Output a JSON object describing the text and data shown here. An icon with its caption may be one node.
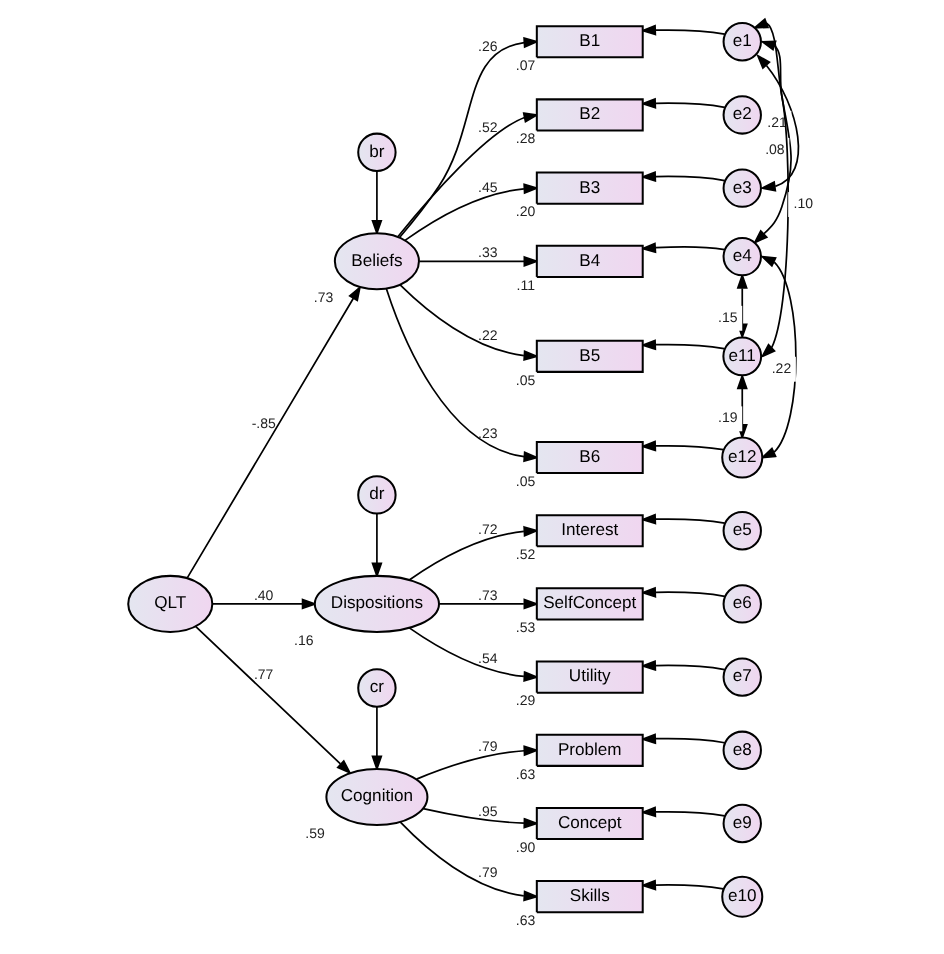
{
  "diagram": {
    "nodes": [
      {
        "text": [
          "br"
        ]
      },
      {
        "text": [
          "Beliefs"
        ],
        "beside": [
          ".73"
        ]
      },
      {
        "text": [
          "B1"
        ],
        "beside": [
          ".07"
        ]
      },
      {
        "text": [
          "B2"
        ],
        "beside": [
          ".28"
        ]
      },
      {
        "text": [
          "B3"
        ],
        "beside": [
          ".20"
        ]
      },
      {
        "text": [
          "B4"
        ],
        "beside": [
          ".11"
        ]
      },
      {
        "text": [
          "B5"
        ],
        "beside": [
          ".05"
        ]
      },
      {
        "text": [
          "B6"
        ],
        "beside": [
          ".05"
        ]
      },
      {
        "text": [
          "e1"
        ]
      },
      {
        "text": [
          "e2"
        ]
      },
      {
        "text": [
          "e3"
        ]
      },
      {
        "text": [
          "e4"
        ]
      },
      {
        "text": [
          "e11"
        ]
      },
      {
        "text": [
          "e12"
        ]
      },
      {
        "text": [
          "QLT"
        ]
      },
      {
        "text": [
          "dr"
        ]
      },
      {
        "text": [
          "Dispositions"
        ],
        "beside": [
          ".16"
        ]
      },
      {
        "text": [
          "Interest"
        ],
        "beside": [
          ".52"
        ]
      },
      {
        "text": [
          "SelfConcept"
        ],
        "beside": [
          ".53"
        ]
      },
      {
        "text": [
          "Utility"
        ],
        "beside": [
          ".29"
        ]
      },
      {
        "text": [
          "e5"
        ]
      },
      {
        "text": [
          "e6"
        ]
      },
      {
        "text": [
          "e7"
        ]
      },
      {
        "text": [
          "cr"
        ]
      },
      {
        "text": [
          "Cognition"
        ],
        "beside": [
          ".59"
        ]
      },
      {
        "text": [
          "Problem"
        ],
        "beside": [
          ".63"
        ]
      },
      {
        "text": [
          "Concept"
        ],
        "beside": [
          ".90"
        ]
      },
      {
        "text": [
          "Skills"
        ],
        "beside": [
          ".63"
        ]
      },
      {
        "text": [
          "e8"
        ]
      },
      {
        "text": [
          "e9"
        ]
      },
      {
        "text": [
          "e10"
        ]
      }
    ],
    "edges": [
      {
        "from": 0,
        "to": 1,
        "arrow": "to"
      },
      {
        "from": 1,
        "to": 2,
        "arrow": "to",
        "label": ".26"
      },
      {
        "from": 1,
        "to": 3,
        "arrow": "to",
        "label": ".52"
      },
      {
        "from": 1,
        "to": 4,
        "arrow": "to",
        "label": ".45"
      },
      {
        "from": 1,
        "to": 5,
        "arrow": "to",
        "label": ".33"
      },
      {
        "from": 1,
        "to": 6,
        "arrow": "to",
        "label": ".22"
      },
      {
        "from": 1,
        "to": 7,
        "arrow": "to",
        "label": ".23"
      },
      {
        "from": 8,
        "to": 2,
        "arrow": "to"
      },
      {
        "from": 9,
        "to": 3,
        "arrow": "to"
      },
      {
        "from": 10,
        "to": 4,
        "arrow": "to"
      },
      {
        "from": 11,
        "to": 5,
        "arrow": "to"
      },
      {
        "from": 12,
        "to": 6,
        "arrow": "to"
      },
      {
        "from": 13,
        "to": 7,
        "arrow": "to"
      },
      {
        "from": 8,
        "to": 12,
        "arrow": "both",
        "label": ".10"
      },
      {
        "from": 11,
        "to": 13,
        "arrow": "both",
        "label": ".22"
      },
      {
        "from": 8,
        "to": 11,
        "arrow": "both",
        "label": ".08"
      },
      {
        "from": 8,
        "to": 10,
        "arrow": "both",
        "label": ".21"
      },
      {
        "from": 11,
        "to": 12,
        "arrow": "both",
        "label": ".15"
      },
      {
        "from": 12,
        "to": 13,
        "arrow": "both",
        "label": ".19"
      },
      {
        "from": 14,
        "to": 1,
        "arrow": "to",
        "label": "-.85"
      },
      {
        "from": 14,
        "to": 16,
        "arrow": "to",
        "label": ".40"
      },
      {
        "from": 14,
        "to": 24,
        "arrow": "to",
        "label": ".77"
      },
      {
        "from": 15,
        "to": 16,
        "arrow": "to"
      },
      {
        "from": 16,
        "to": 17,
        "arrow": "to",
        "label": ".72"
      },
      {
        "from": 16,
        "to": 18,
        "arrow": "to",
        "label": ".73"
      },
      {
        "from": 16,
        "to": 19,
        "arrow": "to",
        "label": ".54"
      },
      {
        "from": 20,
        "to": 17,
        "arrow": "to"
      },
      {
        "from": 21,
        "to": 18,
        "arrow": "to"
      },
      {
        "from": 22,
        "to": 19,
        "arrow": "to"
      },
      {
        "from": 23,
        "to": 24,
        "arrow": "to"
      },
      {
        "from": 24,
        "to": 25,
        "arrow": "to",
        "label": ".79"
      },
      {
        "from": 24,
        "to": 26,
        "arrow": "to",
        "label": ".95"
      },
      {
        "from": 24,
        "to": 27,
        "arrow": "to",
        "label": ".79"
      },
      {
        "from": 28,
        "to": 25,
        "arrow": "to"
      },
      {
        "from": 29,
        "to": 26,
        "arrow": "to"
      },
      {
        "from": 30,
        "to": 27,
        "arrow": "to"
      }
    ]
  }
}
